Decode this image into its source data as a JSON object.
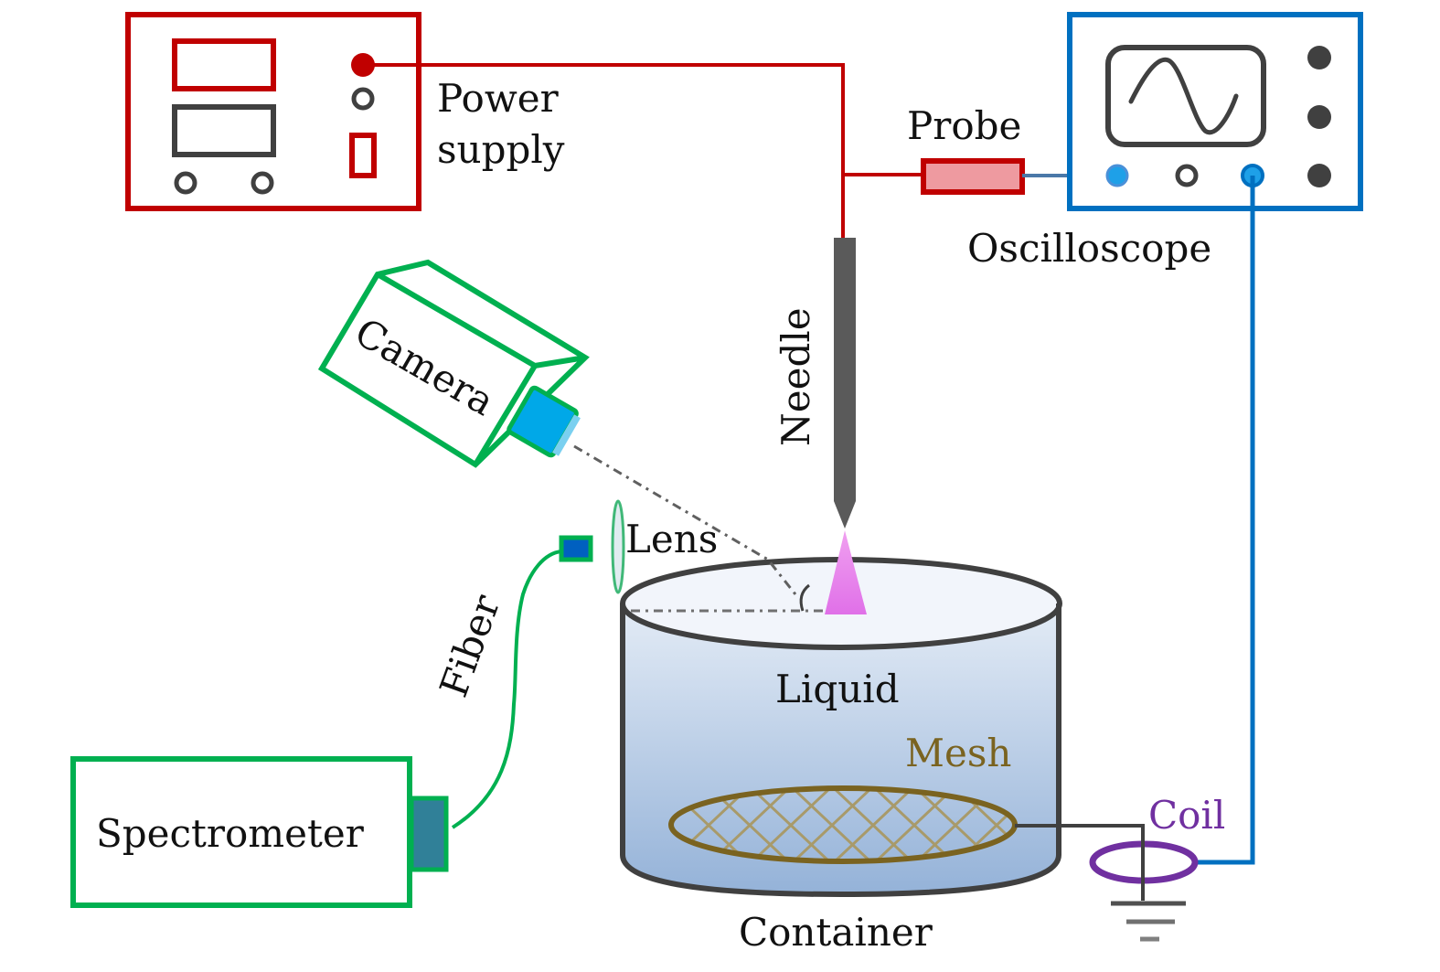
{
  "diagram": {
    "type": "experimental-setup",
    "labels": {
      "power_supply_line1": "Power",
      "power_supply_line2": "supply",
      "probe": "Probe",
      "oscilloscope": "Oscilloscope",
      "needle": "Needle",
      "camera": "Camera",
      "lens": "Lens",
      "fiber": "Fiber",
      "spectrometer": "Spectrometer",
      "liquid": "Liquid",
      "mesh": "Mesh",
      "coil": "Coil",
      "container": "Container"
    },
    "colors": {
      "power_supply": "#c00000",
      "oscilloscope": "#0070c0",
      "optics": "#00b050",
      "plasma": "#e070e8",
      "mesh": "#7a6320",
      "coil": "#7030a0",
      "device_dark": "#404040",
      "liquid_top": "#e4ecf6",
      "liquid_bottom": "#94b2d8"
    }
  }
}
